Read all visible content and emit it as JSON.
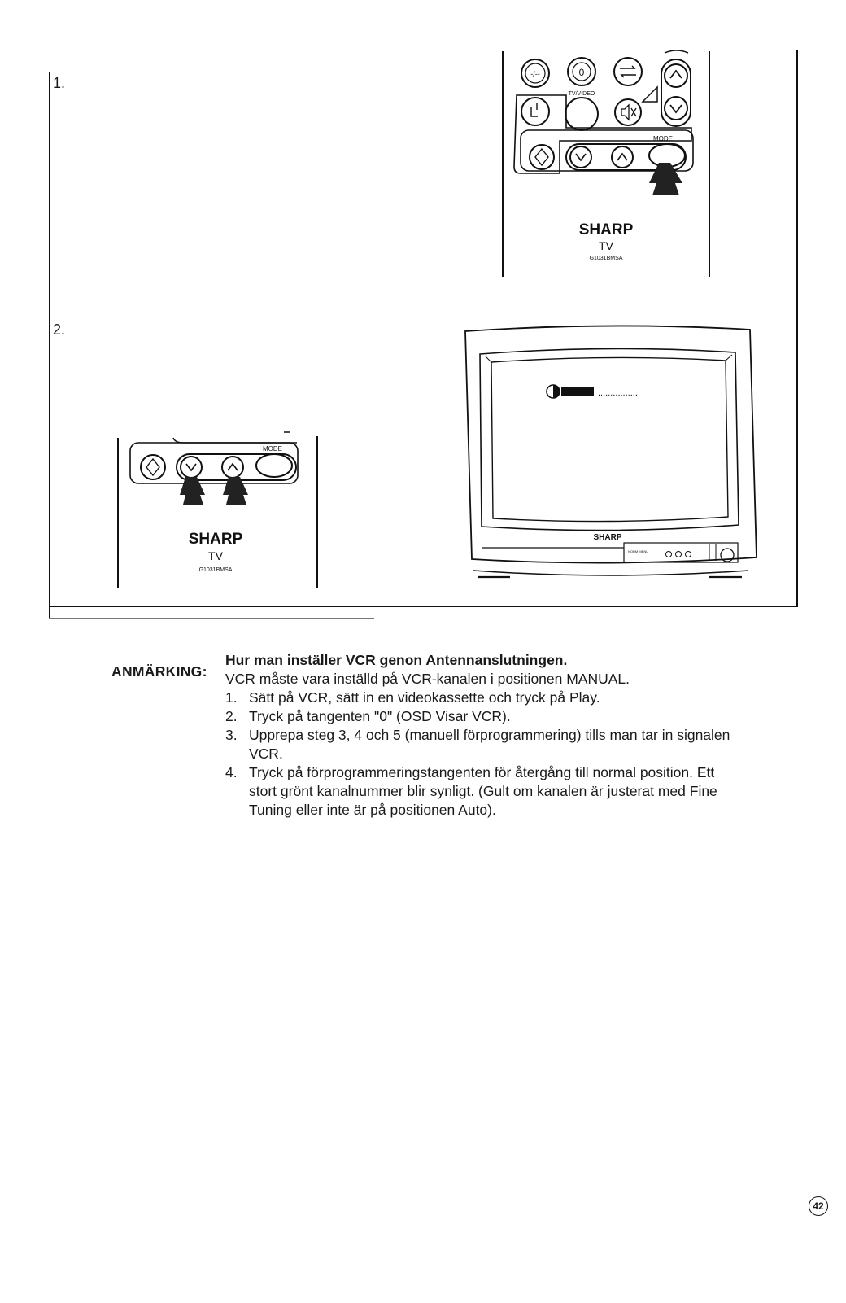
{
  "figure": {
    "step1_label": "1.",
    "step2_label": "2.",
    "remote_top": {
      "btn_digit": "0",
      "btn_dash_label": "-/--",
      "tv_video_label": "TV/VIDEO",
      "mode_label": "MODE",
      "brand": "SHARP",
      "model_line": "TV",
      "model_code": "G1031BMSA"
    },
    "remote_bottom": {
      "mode_label": "MODE",
      "brand": "SHARP",
      "model_line": "TV",
      "model_code": "G1031BMSA"
    },
    "tv": {
      "brand": "SHARP",
      "osd_dots": "................",
      "panel_text": "NORM MENU"
    }
  },
  "note": {
    "label": "ANMÄRKING:",
    "title": "Hur man inställer VCR genon Antennanslutningen.",
    "intro": "VCR måste vara inställd på VCR-kanalen i positionen MANUAL.",
    "steps": [
      {
        "num": "1.",
        "text": "Sätt på VCR, sätt in en videokassette och tryck på Play."
      },
      {
        "num": "2.",
        "text": "Tryck på tangenten \"0\" (OSD Visar VCR)."
      },
      {
        "num": "3.",
        "text": "Upprepa steg 3, 4 och 5 (manuell förprogrammering) tills man tar in signalen VCR."
      },
      {
        "num": "4.",
        "text": "Tryck på förprogrammeringstangenten för återgång till normal position. Ett stort grönt kanalnummer blir synligt. (Gult om kanalen är justerat med Fine Tuning eller inte är på positionen Auto)."
      }
    ]
  },
  "page_number": "42"
}
